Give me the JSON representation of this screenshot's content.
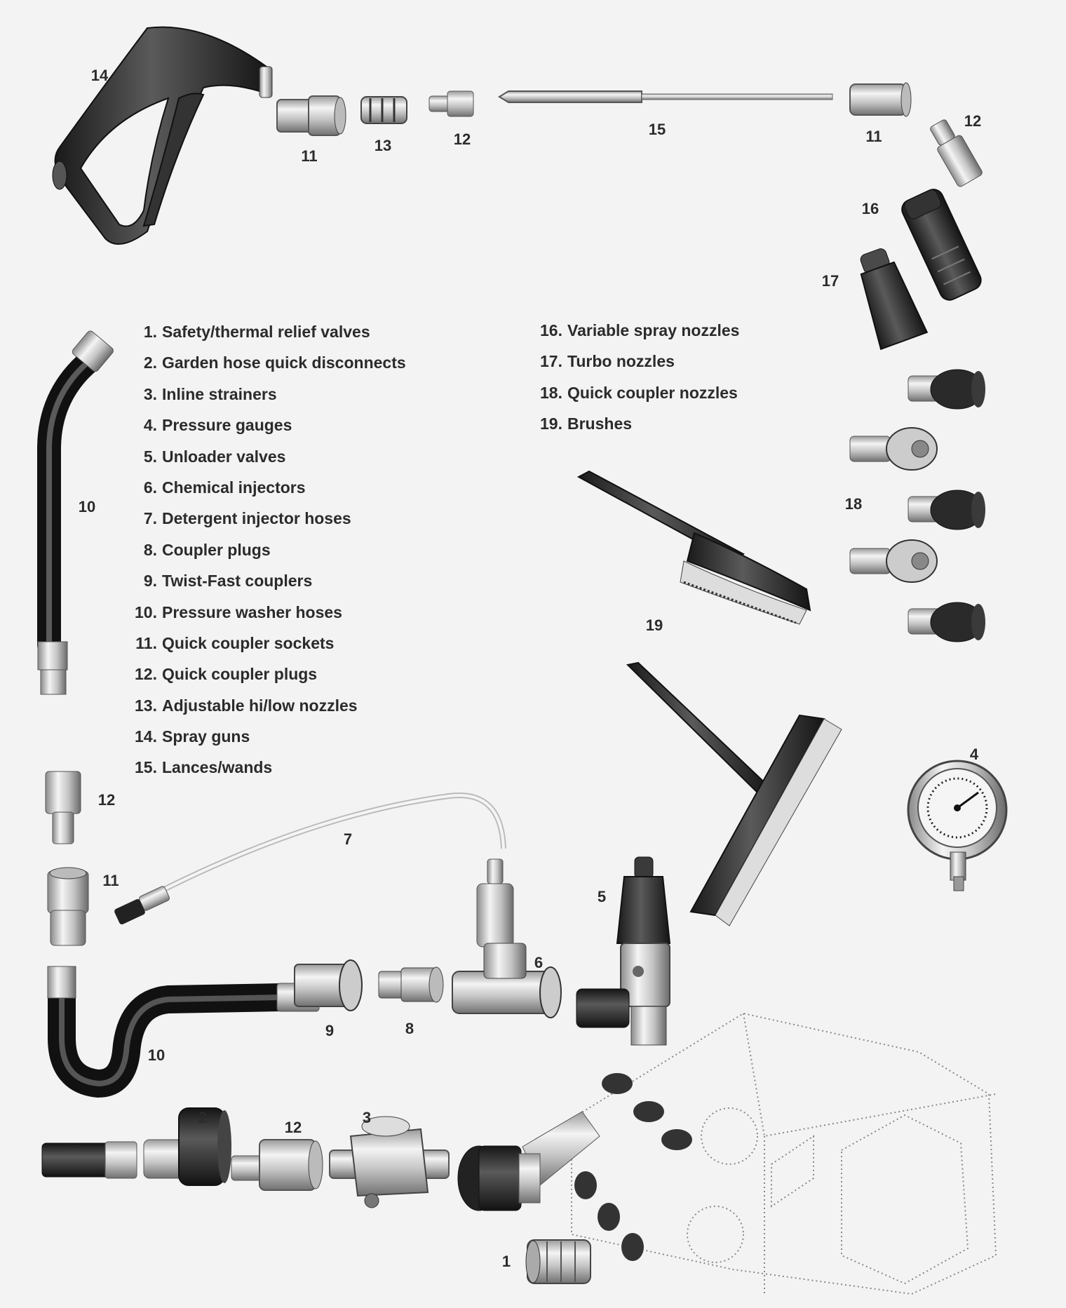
{
  "legend_left": [
    {
      "num": "1.",
      "label": "Safety/thermal relief valves"
    },
    {
      "num": "2.",
      "label": "Garden hose quick disconnects"
    },
    {
      "num": "3.",
      "label": "Inline strainers"
    },
    {
      "num": "4.",
      "label": "Pressure gauges"
    },
    {
      "num": "5.",
      "label": "Unloader valves"
    },
    {
      "num": "6.",
      "label": "Chemical injectors"
    },
    {
      "num": "7.",
      "label": "Detergent injector hoses"
    },
    {
      "num": "8.",
      "label": "Coupler plugs"
    },
    {
      "num": "9.",
      "label": "Twist-Fast couplers"
    },
    {
      "num": "10.",
      "label": "Pressure washer hoses"
    },
    {
      "num": "11.",
      "label": "Quick coupler sockets"
    },
    {
      "num": "12.",
      "label": "Quick coupler plugs"
    },
    {
      "num": "13.",
      "label": "Adjustable hi/low nozzles"
    },
    {
      "num": "14.",
      "label": "Spray guns"
    },
    {
      "num": "15.",
      "label": "Lances/wands"
    }
  ],
  "legend_right": [
    {
      "num": "16.",
      "label": "Variable spray nozzles"
    },
    {
      "num": "17.",
      "label": "Turbo nozzles"
    },
    {
      "num": "18.",
      "label": "Quick coupler nozzles"
    },
    {
      "num": "19.",
      "label": "Brushes"
    }
  ],
  "callouts": {
    "spray_gun": "14",
    "socket_top": "11",
    "hilow_nozzle": "13",
    "plug_top": "12",
    "lance": "15",
    "socket_right": "11",
    "plug_right": "12",
    "variable_nozzle": "16",
    "turbo_nozzle": "17",
    "hose_upper": "10",
    "qc_nozzles": "18",
    "brush": "19",
    "gauge": "4",
    "plug_left": "12",
    "detergent_hose": "7",
    "socket_left": "11",
    "unloader": "5",
    "injector": "6",
    "twist_coupler": "9",
    "coupler_plug": "8",
    "hose_lower": "10",
    "garden_disconnect": "2",
    "plug_bottom": "12",
    "strainer": "3",
    "relief_valve": "1"
  },
  "colors": {
    "ink": "#2b2b2b",
    "metal_light": "#e6e6e6",
    "metal_dark": "#8c8c8c",
    "rubber": "#2a2a2a"
  }
}
